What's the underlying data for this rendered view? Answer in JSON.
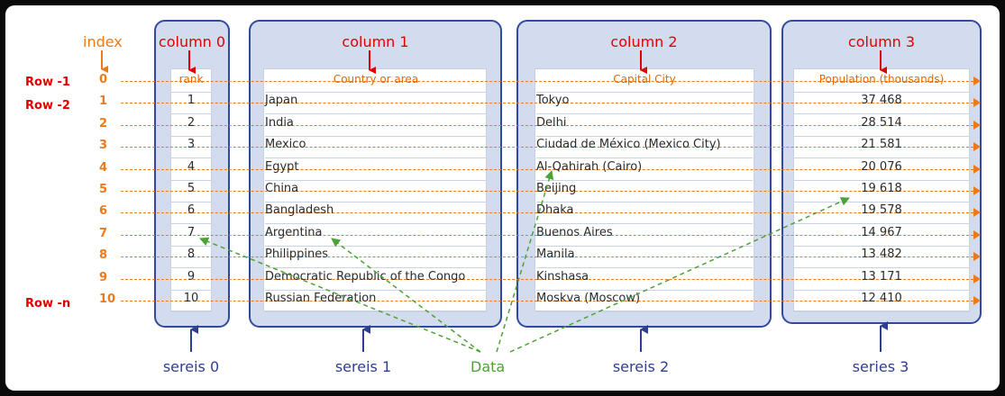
{
  "index_label": "index",
  "columns": [
    {
      "label": "column 0",
      "header": "rank",
      "series_label": "sereis 0",
      "values": [
        "1",
        "2",
        "3",
        "4",
        "5",
        "6",
        "7",
        "8",
        "9",
        "10"
      ]
    },
    {
      "label": "column 1",
      "header": "Country or area",
      "series_label": "sereis 1",
      "values": [
        "Japan",
        "India",
        "Mexico",
        "Egypt",
        "China",
        "Bangladesh",
        "Argentina",
        "Philippines",
        "Democratic Republic of the Congo",
        "Russian Federation"
      ]
    },
    {
      "label": "column 2",
      "header": "Capital City",
      "series_label": "sereis 2",
      "values": [
        "Tokyo",
        "Delhi",
        "Ciudad de México (Mexico City)",
        "Al-Qahirah (Cairo)",
        "Beijing",
        "Dhaka",
        "Buenos Aires",
        "Manila",
        "Kinshasa",
        "Moskva (Moscow)"
      ]
    },
    {
      "label": "column 3",
      "header": "Population (thousands)",
      "series_label": "series 3",
      "values": [
        "37 468",
        "28 514",
        "21 581",
        "20 076",
        "19 618",
        "19 578",
        "14 967",
        "13 482",
        "13 171",
        "12 410"
      ]
    }
  ],
  "row_index": [
    "0",
    "1",
    "2",
    "3",
    "4",
    "5",
    "6",
    "7",
    "8",
    "9",
    "10"
  ],
  "row_labels": {
    "row_first": "Row -1",
    "row_second": "Row -2",
    "row_last": "Row -n"
  },
  "data_label": "Data",
  "colors": {
    "column_fill": "#d3dcef",
    "column_border": "#2f4aa0",
    "accent_red": "#e00000",
    "accent_orange": "#ea7a1a",
    "data_green": "#4da236",
    "series_blue": "#2f3f8f"
  }
}
